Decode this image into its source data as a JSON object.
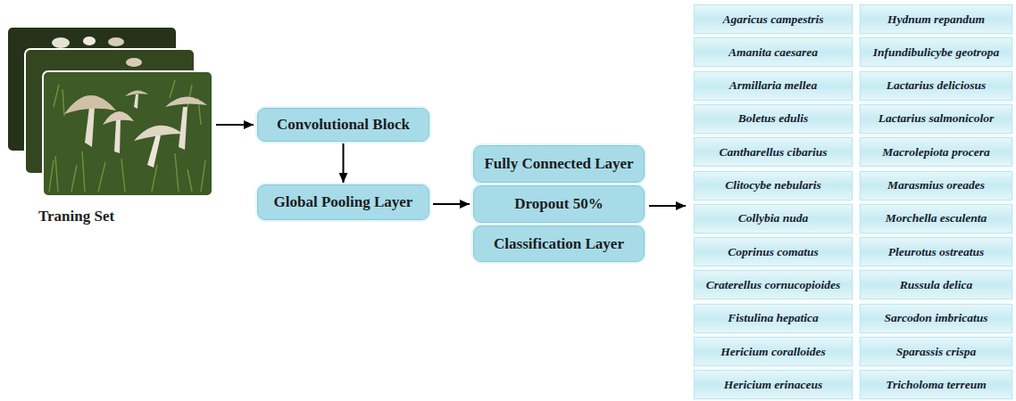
{
  "diagram": {
    "nodes": [
      {
        "text": [
          "Traning Set"
        ]
      },
      {
        "text": [
          "Convolutional Block"
        ]
      },
      {
        "text": [
          "Global Pooling Layer"
        ]
      },
      {
        "text": [
          "Fully Connected Layer"
        ]
      },
      {
        "text": [
          "Dropout 50%"
        ]
      },
      {
        "text": [
          "Classification Layer"
        ]
      },
      {
        "text": [
          "Agaricus campestris"
        ]
      },
      {
        "text": [
          "Amanita caesarea"
        ]
      },
      {
        "text": [
          "Armillaria mellea"
        ]
      },
      {
        "text": [
          "Boletus edulis"
        ]
      },
      {
        "text": [
          "Cantharellus cibarius"
        ]
      },
      {
        "text": [
          "Clitocybe nebularis"
        ]
      },
      {
        "text": [
          "Collybia nuda"
        ]
      },
      {
        "text": [
          "Coprinus comatus"
        ]
      },
      {
        "text": [
          "Craterellus cornucopioides"
        ]
      },
      {
        "text": [
          "Fistulina hepatica"
        ]
      },
      {
        "text": [
          "Hericium coralloides"
        ]
      },
      {
        "text": [
          "Hericium erinaceus"
        ]
      },
      {
        "text": [
          "Hydnum repandum"
        ]
      },
      {
        "text": [
          "Infundibulicybe geotropa"
        ]
      },
      {
        "text": [
          "Lactarius deliciosus"
        ]
      },
      {
        "text": [
          "Lactarius salmonicolor"
        ]
      },
      {
        "text": [
          "Macrolepiota procera"
        ]
      },
      {
        "text": [
          "Marasmius oreades"
        ]
      },
      {
        "text": [
          "Morchella esculenta"
        ]
      },
      {
        "text": [
          "Pleurotus ostreatus"
        ]
      },
      {
        "text": [
          "Russula delica"
        ]
      },
      {
        "text": [
          "Sarcodon imbricatus"
        ]
      },
      {
        "text": [
          "Sparassis crispa"
        ]
      },
      {
        "text": [
          "Tricholoma terreum"
        ]
      }
    ],
    "edges": [
      {
        "from": 0,
        "to": 1,
        "arrow": "to"
      },
      {
        "from": 1,
        "to": 2,
        "arrow": "to"
      },
      {
        "from": 2,
        "to": 4,
        "arrow": "to"
      }
    ]
  }
}
